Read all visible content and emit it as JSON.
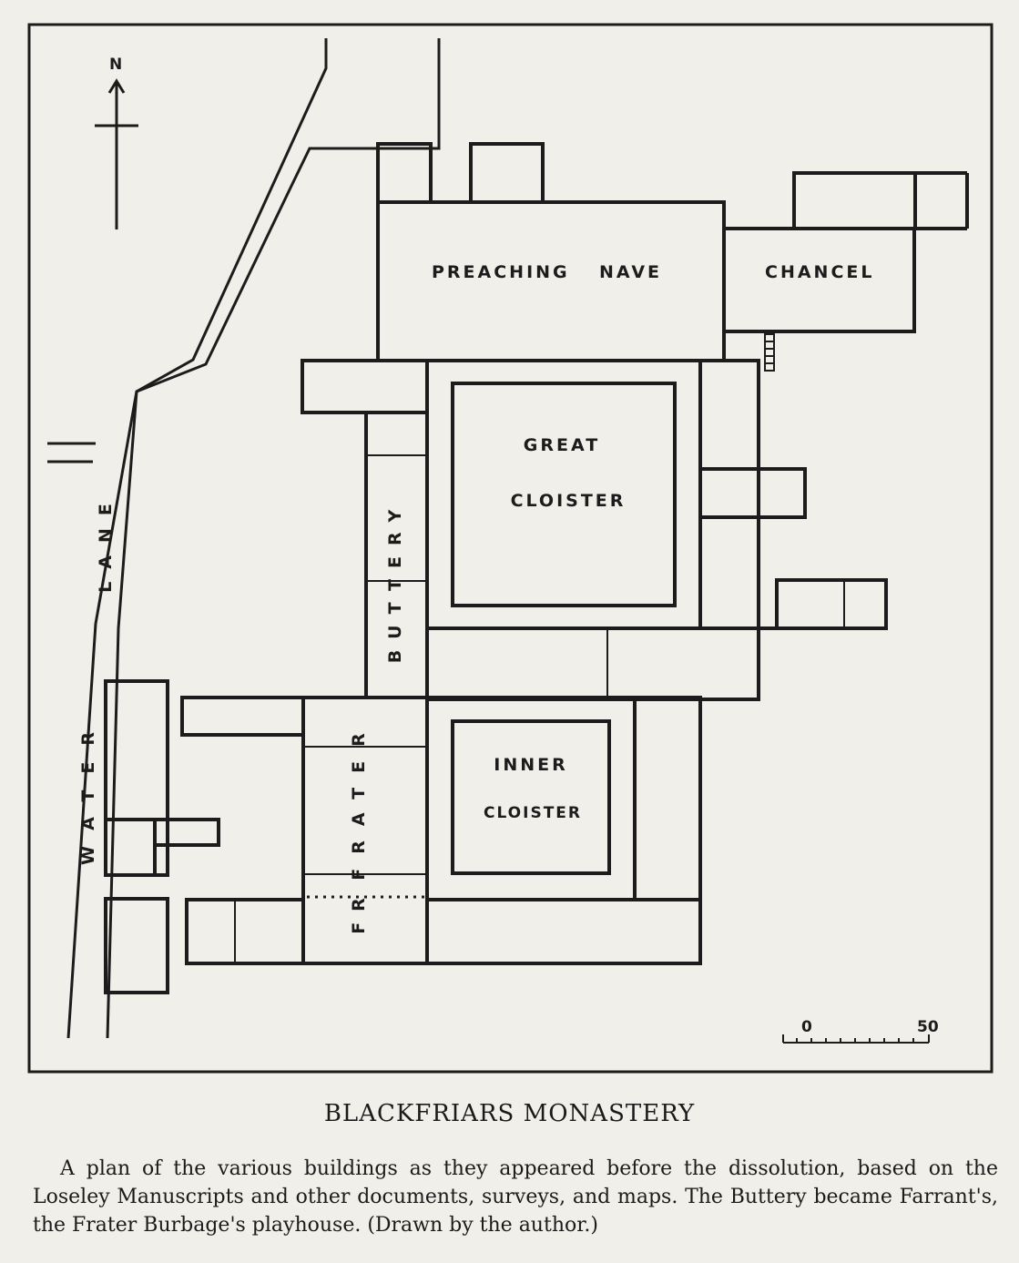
{
  "plan": {
    "north": "N",
    "labels": {
      "preaching": "PREACHING",
      "nave": "NAVE",
      "chancel": "CHANCEL",
      "great": "GREAT",
      "cloister_great": "CLOISTER",
      "inner": "INNER",
      "cloister_inner": "CLOISTER",
      "buttery": "BUTTERY",
      "frater": "FRATER",
      "frater_lower": "FR",
      "water": "WATER",
      "lane": "LANE"
    },
    "scale": {
      "start": "0",
      "end": "50"
    }
  },
  "title": "BLACKFRIARS MONASTERY",
  "caption": "A plan of the various buildings as they appeared before the dissolution, based on the Loseley Manuscripts and other documents, surveys, and maps. The Buttery became Farrant's, the Frater Burbage's playhouse. (Drawn by the author.)"
}
